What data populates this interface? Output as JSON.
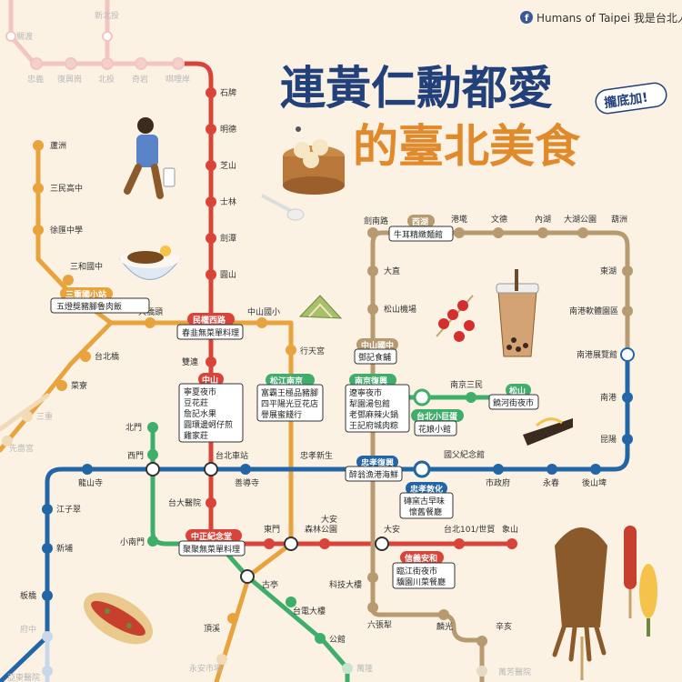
{
  "header": {
    "credit": "Humans of Taipei 我是台北人",
    "title_line1": "連黃仁勳都愛",
    "title_line2": "的臺北美食",
    "badge": "攏底加!"
  },
  "colors": {
    "background": "#fbf2e4",
    "red": "#d9443a",
    "green": "#3fae6a",
    "orange": "#e8a33d",
    "blue": "#2366a8",
    "brown": "#b79a6f",
    "title_blue": "#22407a",
    "title_orange": "#e08a2c",
    "pink_faded": "#f2c6c0",
    "station_fill": "#ffffff"
  },
  "stations": {
    "guandu": "關渡",
    "xinbeitou": "新北投",
    "zhongyi": "忠義",
    "fuxinggang": "復興崗",
    "beitou": "北投",
    "qiyan": "奇岩",
    "qilian": "唭哩岸",
    "shipai": "石牌",
    "mingde": "明德",
    "zhishan": "芝山",
    "shilin": "士林",
    "jiantan": "劍潭",
    "yuanshan": "圓山",
    "luzhou": "蘆洲",
    "sanmin_hs": "三民高中",
    "xuhui_hs": "徐匯中學",
    "sanhe_jhs": "三和國中",
    "sanchong_elem": "三重國小站",
    "daqiaotou": "大橋頭",
    "minquan_w": "民權西路",
    "zhongshan_elem": "中山國小",
    "xingtiangong": "行天宮",
    "taipei_bridge": "台北橋",
    "cailiao": "菜寮",
    "sanchong": "三重",
    "xianse": "先嗇宮",
    "shuanglian": "雙連",
    "zhongshan": "中山",
    "songjiang_nanjing": "松江南京",
    "nanjing_fuxing": "南京復興",
    "jiannan": "劍南路",
    "xihu": "西湖",
    "gangqian": "港墘",
    "wende": "文德",
    "neihu": "內湖",
    "dahu_park": "大湖公園",
    "huzhou": "葫洲",
    "dazhi": "大直",
    "songshan_airport": "松山機場",
    "zhongshan_jhs": "中山國中",
    "donghu": "東湖",
    "nangang_software": "南港軟體園區",
    "nangang_exhibition": "南港展覽館",
    "nangang": "南港",
    "kunyang": "昆陽",
    "houshanpi": "後山埤",
    "yongchun": "永春",
    "taipei_cityhall": "市政府",
    "nanjing_sanmin": "南京三民",
    "songshan": "松山",
    "taipei_arena": "台北小巨蛋",
    "beimen": "北門",
    "ximen": "西門",
    "taipei_main": "台北車站",
    "zhongxiao_xinsheng": "忠孝新生",
    "zhongxiao_fuxing": "忠孝復興",
    "zhongxiao_dunhua": "忠孝敦化",
    "sun_yatsen": "國父紀念館",
    "longshan": "龍山寺",
    "shandao": "善導寺",
    "jiangzicui": "江子翠",
    "xinpu": "新埔",
    "banqiao": "板橋",
    "fuzhong": "府中",
    "yadong": "亞東醫院",
    "ntuh": "台大醫院",
    "xiaonanmen": "小南門",
    "cks_memorial": "中正紀念堂",
    "dongmen": "東門",
    "daan_park": "大安森林公園",
    "daan": "大安",
    "xinyi_anhe": "信義安和",
    "taipei101": "台北101/世貿",
    "xiangshan": "象山",
    "guting": "古亭",
    "technology_bldg": "科技大樓",
    "liuzhangli": "六張犁",
    "linguang": "麟光",
    "xinhai": "辛亥",
    "wanfang": "萬芳醫院",
    "taipower": "台電大樓",
    "gongguan": "公館",
    "dingxi": "頂溪",
    "yongan": "永安市場",
    "wanlong": "萬隆"
  },
  "food": {
    "sanchong": [
      "五燈獎豬腳魯肉飯"
    ],
    "minquan_w": [
      "春韭無菜單料理"
    ],
    "zhongshan": [
      "寧夏夜市",
      "豆花莊",
      "詹記水果",
      "圓環邊蚵仔煎",
      "雞家莊"
    ],
    "songjiang_nanjing": [
      "富霸王極品豬腳",
      "四平陽光豆花店",
      "譽展蜜餞行"
    ],
    "nanjing_fuxing": [
      "遼寧夜市",
      "犁園湯包館",
      "老鄧麻辣火鍋",
      "王記府城肉粽"
    ],
    "xihu": [
      "牛耳精緻麵館"
    ],
    "zhongshan_jhs": [
      "鄧記食舖"
    ],
    "songshan": [
      "饒河街夜市"
    ],
    "taipei_arena": [
      "花娘小館"
    ],
    "zhongxiao_fuxing": [
      "醉翁漁港海鮮"
    ],
    "zhongxiao_dunhua": [
      "磚窯古早味",
      "懷舊餐廳"
    ],
    "cks_memorial": [
      "聚聚無菜單料理"
    ],
    "xinyi_anhe": [
      "臨江街夜市",
      "驥園川菜餐廳"
    ]
  }
}
